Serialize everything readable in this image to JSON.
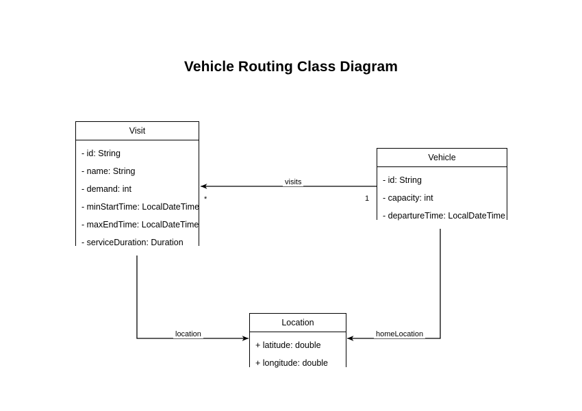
{
  "diagram": {
    "title": "Vehicle Routing Class Diagram",
    "background_color": "#ffffff",
    "line_color": "#000000",
    "text_color": "#000000"
  },
  "classes": [
    {
      "id": "visit",
      "name": "Visit",
      "attributes": [
        "- id: String",
        "- name: String",
        "- demand: int",
        "- minStartTime: LocalDateTime",
        "- maxEndTime: LocalDateTime",
        "- serviceDuration: Duration"
      ]
    },
    {
      "id": "vehicle",
      "name": "Vehicle",
      "attributes": [
        "- id: String",
        "- capacity: int",
        "- departureTime: LocalDateTime"
      ]
    },
    {
      "id": "location",
      "name": "Location",
      "attributes": [
        "+ latitude: double",
        "+ longitude: double"
      ]
    }
  ],
  "relationships": [
    {
      "id": "visits",
      "label": "visits",
      "from": "Vehicle",
      "to": "Visit",
      "source_multiplicity": "1",
      "target_multiplicity": "*"
    },
    {
      "id": "location",
      "label": "location",
      "from": "Visit",
      "to": "Location",
      "source_multiplicity": "",
      "target_multiplicity": ""
    },
    {
      "id": "homeLocation",
      "label": "homeLocation",
      "from": "Vehicle",
      "to": "Location",
      "source_multiplicity": "",
      "target_multiplicity": ""
    }
  ]
}
